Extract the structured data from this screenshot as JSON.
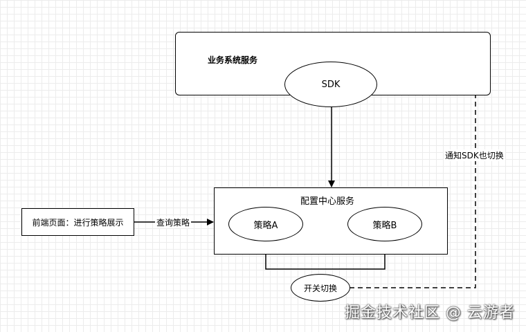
{
  "diagram": {
    "business_service": {
      "title": "业务系统服务",
      "sdk": "SDK"
    },
    "config_center": {
      "title": "配置中心服务",
      "strategy_a": "策略A",
      "strategy_b": "策略B"
    },
    "frontend": {
      "label": "前端页面：进行策略展示"
    },
    "edges": {
      "query_label": "查询策略",
      "notify_label": "通知SDK也切换"
    },
    "switch": {
      "label": "开关切换"
    }
  },
  "watermark": "掘金技术社区 @ 云游者"
}
